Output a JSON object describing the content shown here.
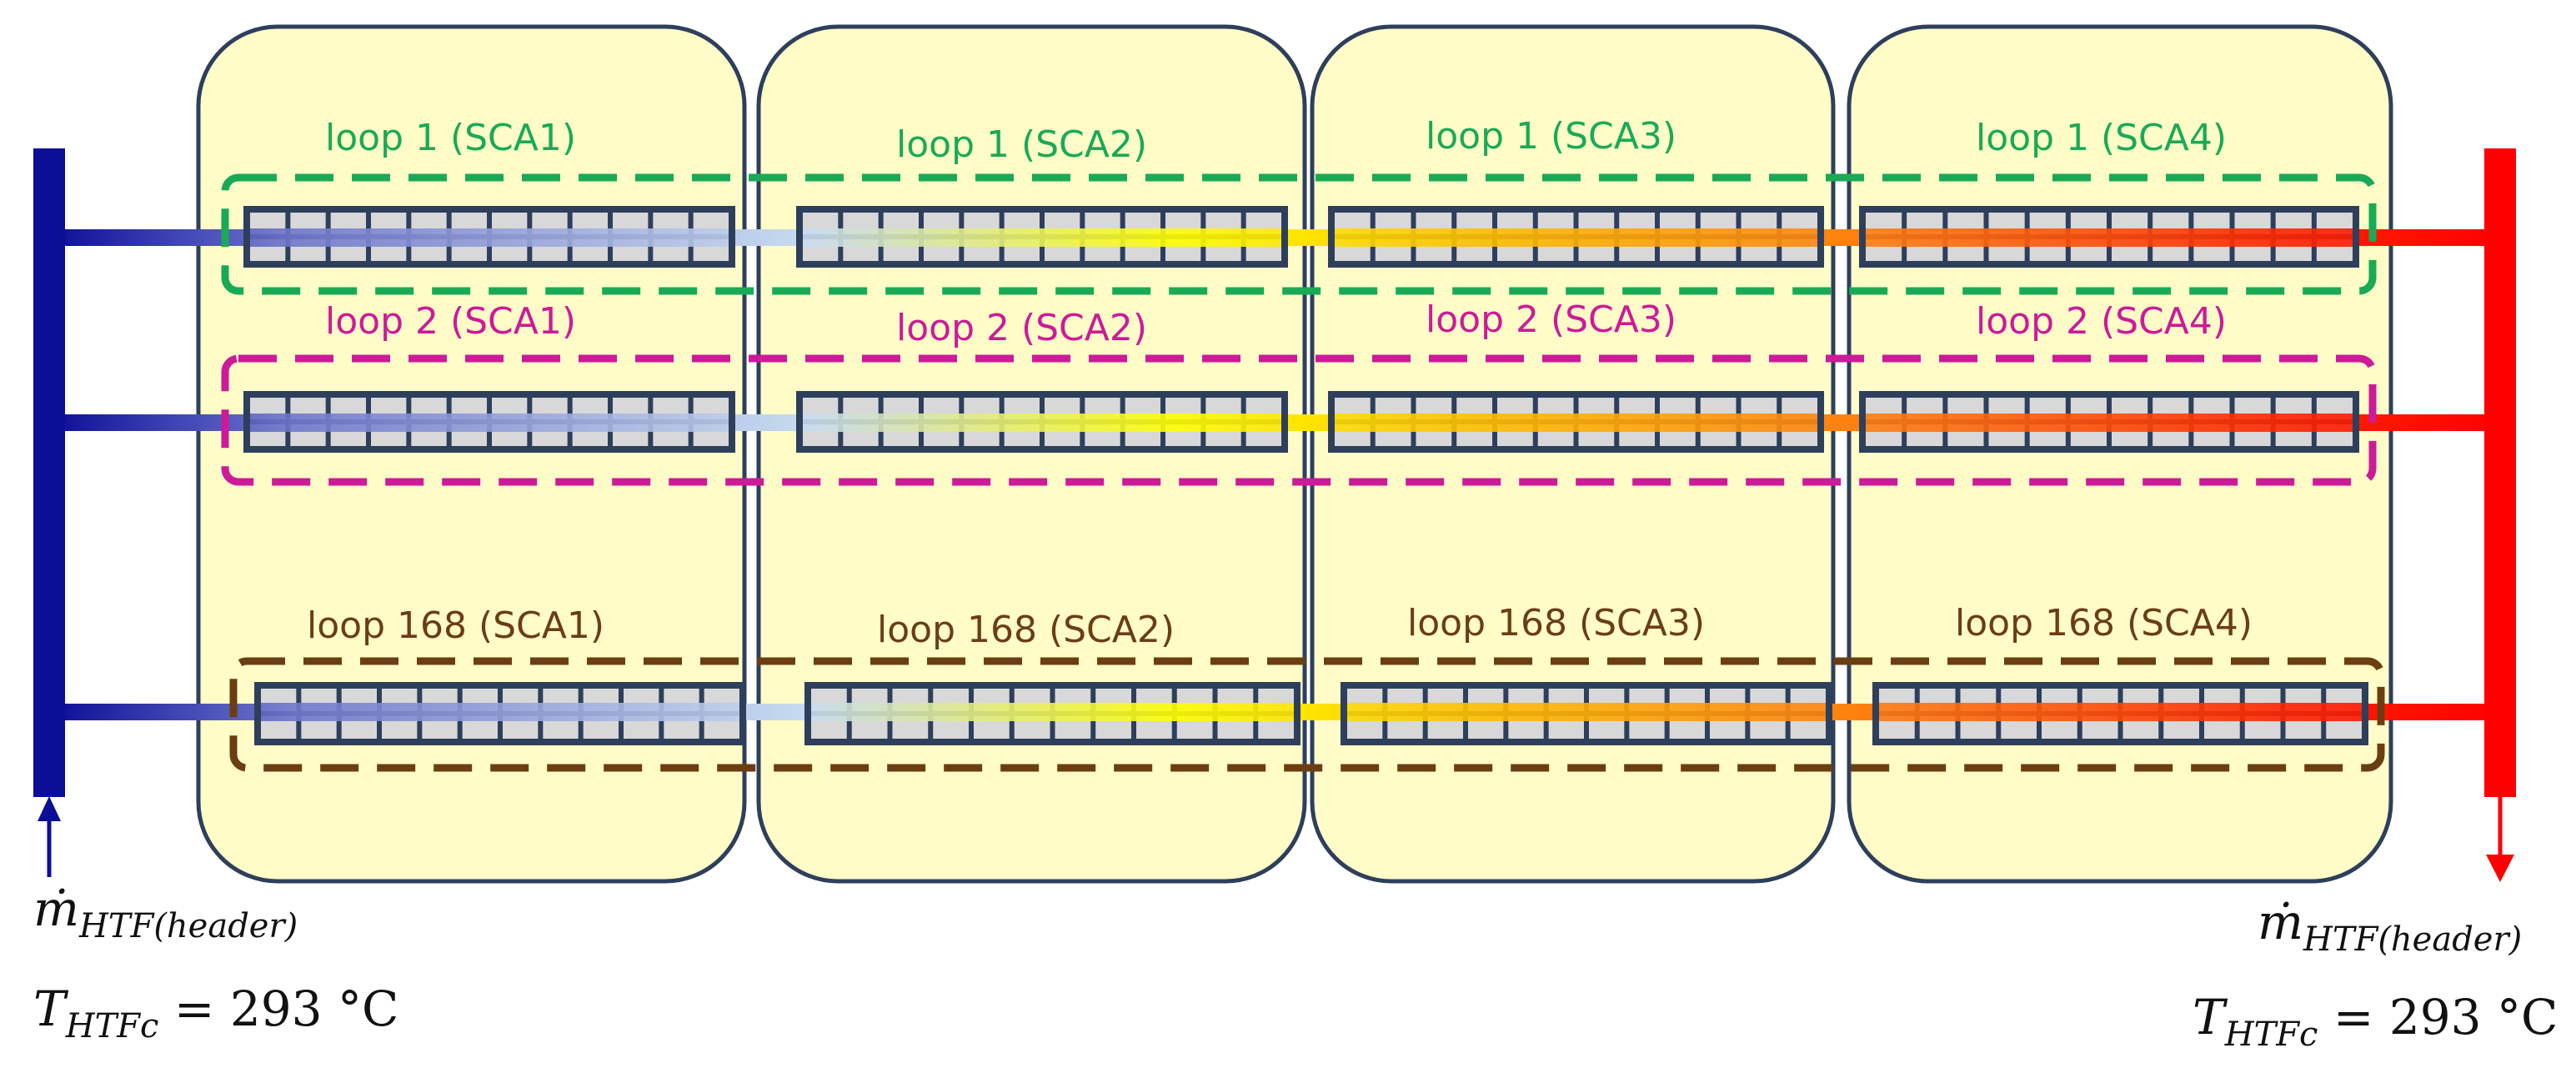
{
  "colors": {
    "sca_fill": "#FFFCC8",
    "sca_stroke": "#2E3F5C",
    "inlet_header": "#0B0E96",
    "outlet_header": "#FF0000",
    "collector_frame": "#2E3F5C",
    "collector_cell": "#D8D8D8",
    "loop1": "#1AAA55",
    "loop2": "#CC1A99",
    "loop168": "#6B3E12",
    "gradient": [
      "#0B0E96",
      "#7078CC",
      "#C8DCF0",
      "#FFFF00",
      "#FFC000",
      "#FF7A10",
      "#FF2A00",
      "#FF0000"
    ]
  },
  "scas": [
    "SCA1",
    "SCA2",
    "SCA3",
    "SCA4"
  ],
  "loops": [
    {
      "name": "loop-1",
      "color_key": "loop1",
      "labels": [
        "loop 1 (SCA1)",
        "loop 1 (SCA2)",
        "loop 1 (SCA3)",
        "loop 1 (SCA4)"
      ]
    },
    {
      "name": "loop-2",
      "color_key": "loop2",
      "labels": [
        "loop 2 (SCA1)",
        "loop 2 (SCA2)",
        "loop 2 (SCA3)",
        "loop 2 (SCA4)"
      ]
    },
    {
      "name": "loop-168",
      "color_key": "loop168",
      "labels": [
        "loop 168 (SCA1)",
        "loop 168 (SCA2)",
        "loop 168 (SCA3)",
        "loop 168 (SCA4)"
      ]
    }
  ],
  "inlet": {
    "flow_symbol": "ṁ",
    "flow_subscript": "HTF(header)",
    "temp_symbol": "T",
    "temp_subscript": "HTFc",
    "temp_value": " = 293 °C"
  },
  "outlet": {
    "flow_symbol": "ṁ",
    "flow_subscript": "HTF(header)",
    "temp_symbol": "T",
    "temp_subscript": "HTFc",
    "temp_value": " = 293 °C"
  }
}
